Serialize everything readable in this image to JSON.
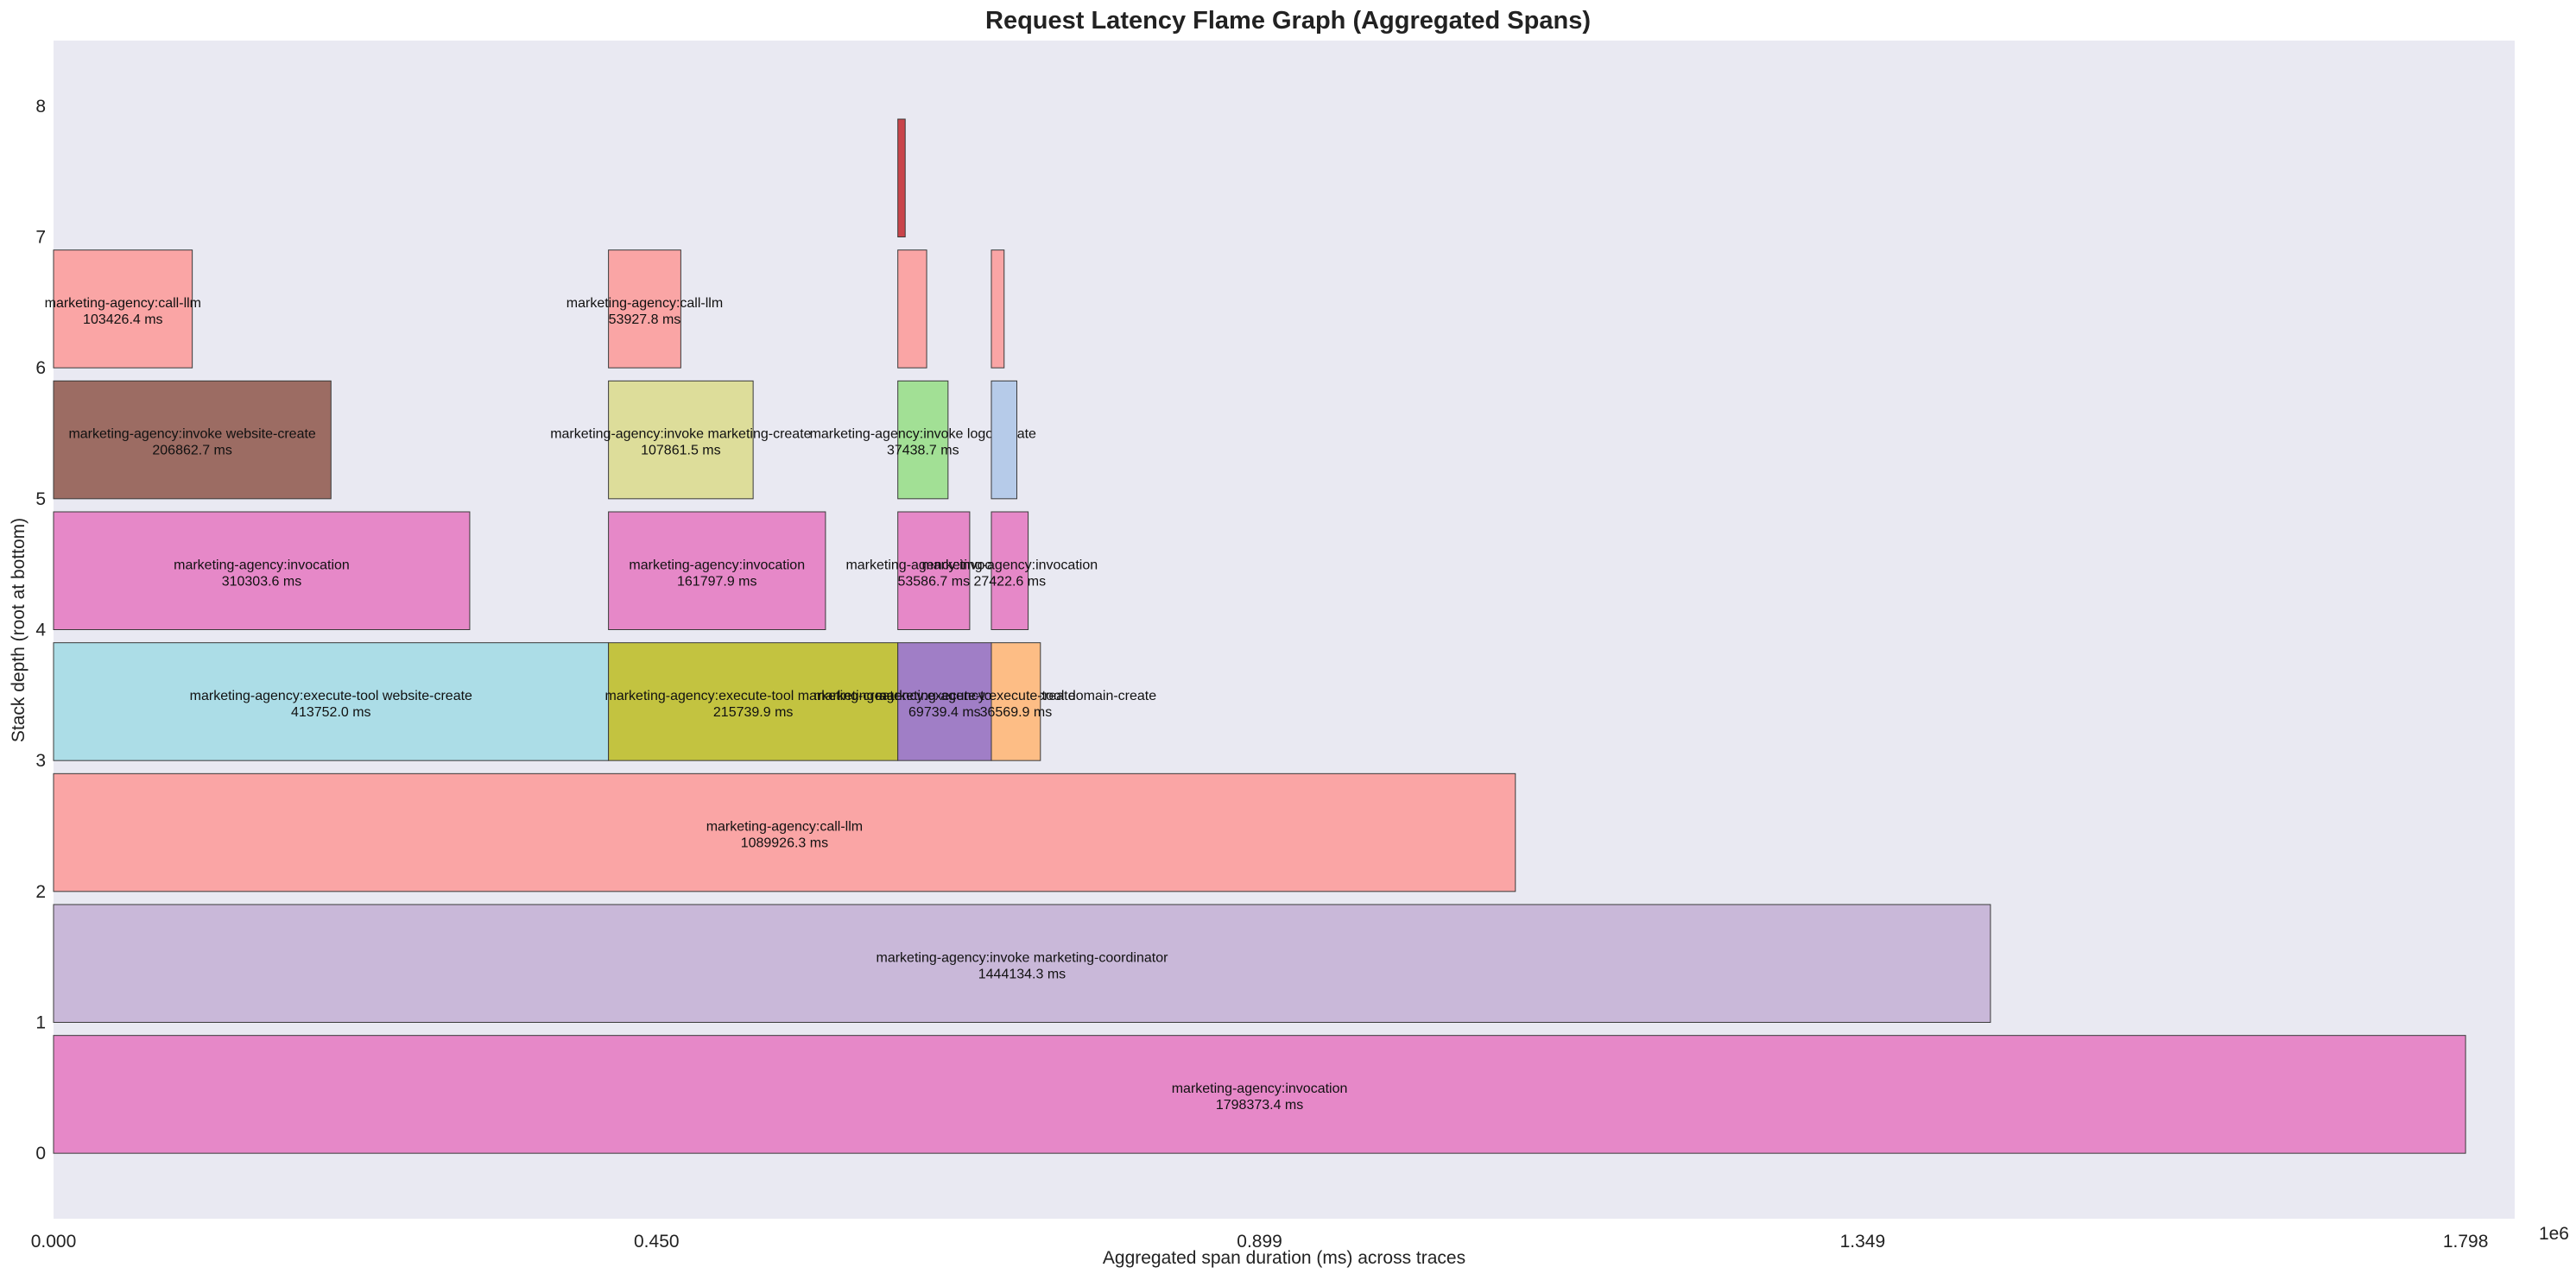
{
  "chart_data": {
    "type": "flame",
    "title": "Request Latency Flame Graph (Aggregated Spans)",
    "xlabel": "Aggregated span duration (ms) across traces",
    "ylabel": "Stack depth (root at bottom)",
    "x_multiplier": "1e6",
    "xlim": [
      0,
      1.835
    ],
    "ylim": [
      -0.5,
      8.5
    ],
    "xticks": [
      {
        "value": 0,
        "label": "0.000"
      },
      {
        "value": 0.4496,
        "label": "0.450"
      },
      {
        "value": 0.8992,
        "label": "0.899"
      },
      {
        "value": 1.3488,
        "label": "1.349"
      },
      {
        "value": 1.7984,
        "label": "1.798"
      }
    ],
    "yticks": [
      0,
      1,
      2,
      3,
      4,
      5,
      6,
      7,
      8
    ],
    "background": "#e9e9f2",
    "spans": [
      {
        "depth": 0,
        "start": 0,
        "duration": 1.7983734,
        "name": "marketing-agency:invocation",
        "label": "1798373.4 ms",
        "color": "#e688c8"
      },
      {
        "depth": 1,
        "start": 0,
        "duration": 1.4441343,
        "name": "marketing-agency:invoke marketing-coordinator",
        "label": "1444134.3 ms",
        "color": "#c9b8d9"
      },
      {
        "depth": 2,
        "start": 0,
        "duration": 1.0899263,
        "name": "marketing-agency:call-llm",
        "label": "1089926.3 ms",
        "color": "#faa5a5"
      },
      {
        "depth": 3,
        "start": 0,
        "duration": 0.413752,
        "name": "marketing-agency:execute-tool website-create",
        "label": "413752.0 ms",
        "color": "#acdde7"
      },
      {
        "depth": 3,
        "start": 0.413752,
        "duration": 0.2157399,
        "name": "marketing-agency:execute-tool marketing-create",
        "label": "215739.9 ms",
        "color": "#c3c340"
      },
      {
        "depth": 3,
        "start": 0.6294919,
        "duration": 0.0697394,
        "name": "marketing-agency:execute-tool logo-create",
        "label": "69739.4 ms",
        "color": "#a07ec6"
      },
      {
        "depth": 3,
        "start": 0.6992313,
        "duration": 0.0365699,
        "name": "marketing-agency:execute-tool domain-create",
        "label": "36569.9 ms",
        "color": "#fdbd85"
      },
      {
        "depth": 4,
        "start": 0,
        "duration": 0.3103036,
        "name": "marketing-agency:invocation",
        "label": "310303.6 ms",
        "color": "#e688c8"
      },
      {
        "depth": 4,
        "start": 0.413752,
        "duration": 0.1617979,
        "name": "marketing-agency:invocation",
        "label": "161797.9 ms",
        "color": "#e688c8"
      },
      {
        "depth": 4,
        "start": 0.6294919,
        "duration": 0.0535867,
        "name": "marketing-agency:invocation",
        "label": "53586.7 ms",
        "color": "#e688c8"
      },
      {
        "depth": 4,
        "start": 0.6992313,
        "duration": 0.0274226,
        "name": "marketing-agency:invocation",
        "label": "27422.6 ms",
        "color": "#e688c8"
      },
      {
        "depth": 5,
        "start": 0,
        "duration": 0.2068627,
        "name": "marketing-agency:invoke website-create",
        "label": "206862.7 ms",
        "color": "#9c6c63"
      },
      {
        "depth": 5,
        "start": 0.413752,
        "duration": 0.1078615,
        "name": "marketing-agency:invoke marketing-create",
        "label": "107861.5 ms",
        "color": "#dddd9a"
      },
      {
        "depth": 5,
        "start": 0.6294919,
        "duration": 0.0374387,
        "name": "marketing-agency:invoke logo-create",
        "label": "37438.7 ms",
        "color": "#a2e095"
      },
      {
        "depth": 5,
        "start": 0.6992313,
        "duration": 0.019,
        "name": "",
        "label": "",
        "color": "#b6cbe9"
      },
      {
        "depth": 6,
        "start": 0,
        "duration": 0.1034264,
        "name": "marketing-agency:call-llm",
        "label": "103426.4 ms",
        "color": "#faa5a5"
      },
      {
        "depth": 6,
        "start": 0.413752,
        "duration": 0.0539278,
        "name": "marketing-agency:call-llm",
        "label": "53927.8 ms",
        "color": "#faa5a5"
      },
      {
        "depth": 6,
        "start": 0.6294919,
        "duration": 0.0215,
        "name": "",
        "label": "",
        "color": "#faa5a5"
      },
      {
        "depth": 6,
        "start": 0.6992313,
        "duration": 0.0095,
        "name": "",
        "label": "",
        "color": "#faa5a5"
      },
      {
        "depth": 7,
        "start": 0.6294919,
        "duration": 0.0055,
        "name": "",
        "label": "",
        "color": "#c9444a"
      }
    ]
  }
}
